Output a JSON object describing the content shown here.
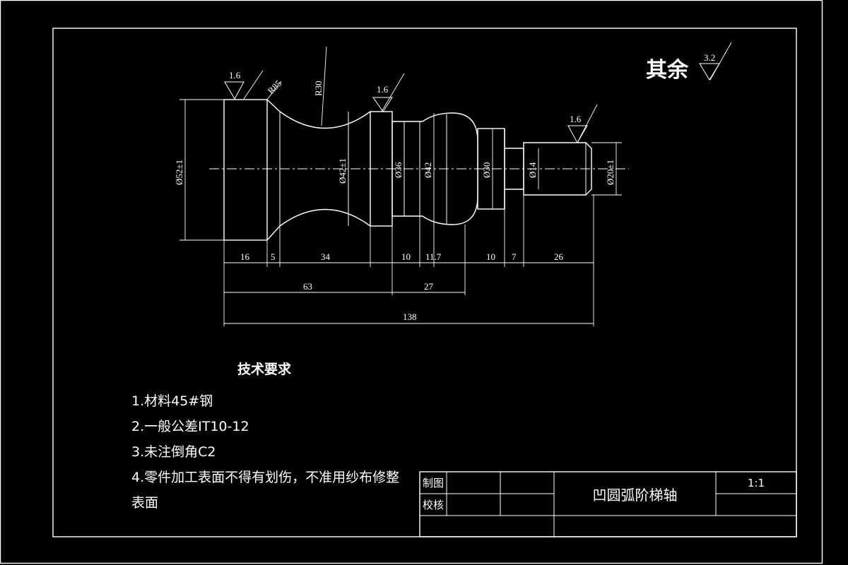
{
  "drawing": {
    "remainder_label": "其余",
    "remainder_roughness": "3.2",
    "surface_roughness": [
      "1.6",
      "1.6",
      "1.6"
    ],
    "radius_labels": [
      "R85",
      "R30"
    ],
    "diameter_labels": [
      "Ø52±1",
      "Ø42±1",
      "Ø36",
      "Ø42",
      "Ø30",
      "Ø14",
      "Ø20±1"
    ],
    "length_dims_row1": [
      "16",
      "5",
      "34",
      "10",
      "11.7",
      "10",
      "7",
      "26"
    ],
    "length_dims_row2": [
      "63",
      "27"
    ],
    "total_length": "138"
  },
  "tech_requirements": {
    "title": "技术要求",
    "items": [
      "1.材料45#钢",
      "2.一般公差IT10-12",
      "3.未注倒角C2",
      "4.零件加工表面不得有划伤，不准用纱布修整",
      "表面"
    ]
  },
  "title_block": {
    "drawn_label": "制图",
    "checked_label": "校核",
    "part_name": "凹圆弧阶梯轴",
    "scale": "1:1"
  },
  "colors": {
    "background": "#000000",
    "lines": "#ffffff"
  }
}
